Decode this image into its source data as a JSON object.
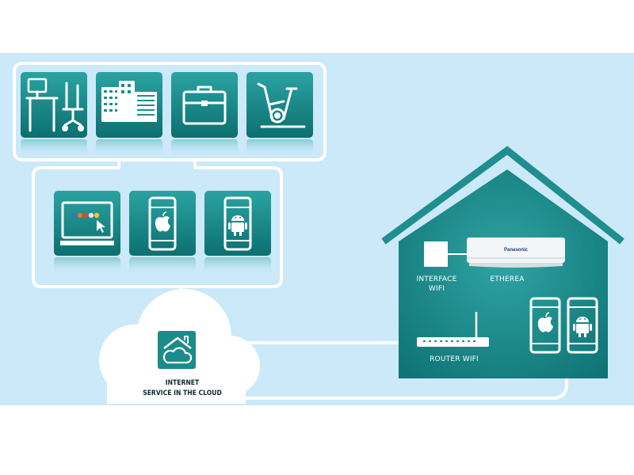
{
  "diagram": {
    "colors": {
      "background": "#cbe9f8",
      "house": "#1a8a8c",
      "tile": "#14807f",
      "line": "#ffffff"
    },
    "top_group": {
      "tiles": [
        {
          "icon": "office-desk-icon"
        },
        {
          "icon": "buildings-icon"
        },
        {
          "icon": "briefcase-icon"
        },
        {
          "icon": "exercise-bike-icon"
        }
      ]
    },
    "device_group": {
      "tiles": [
        {
          "icon": "computer-monitor-icon"
        },
        {
          "icon": "apple-phone-icon"
        },
        {
          "icon": "android-phone-icon"
        }
      ]
    },
    "house": {
      "ac_brand": "Panasonic",
      "interface_label_line1": "INTERFACE",
      "interface_label_line2": "WIFI",
      "ac_label": "ETHEREA",
      "router_label": "ROUTER WIFI",
      "home_devices": [
        {
          "icon": "apple-phone-icon"
        },
        {
          "icon": "android-phone-icon"
        }
      ]
    },
    "cloud": {
      "icon": "cloud-home-icon",
      "label_line1": "INTERNET",
      "label_line2": "SERVICE IN THE CLOUD"
    }
  }
}
